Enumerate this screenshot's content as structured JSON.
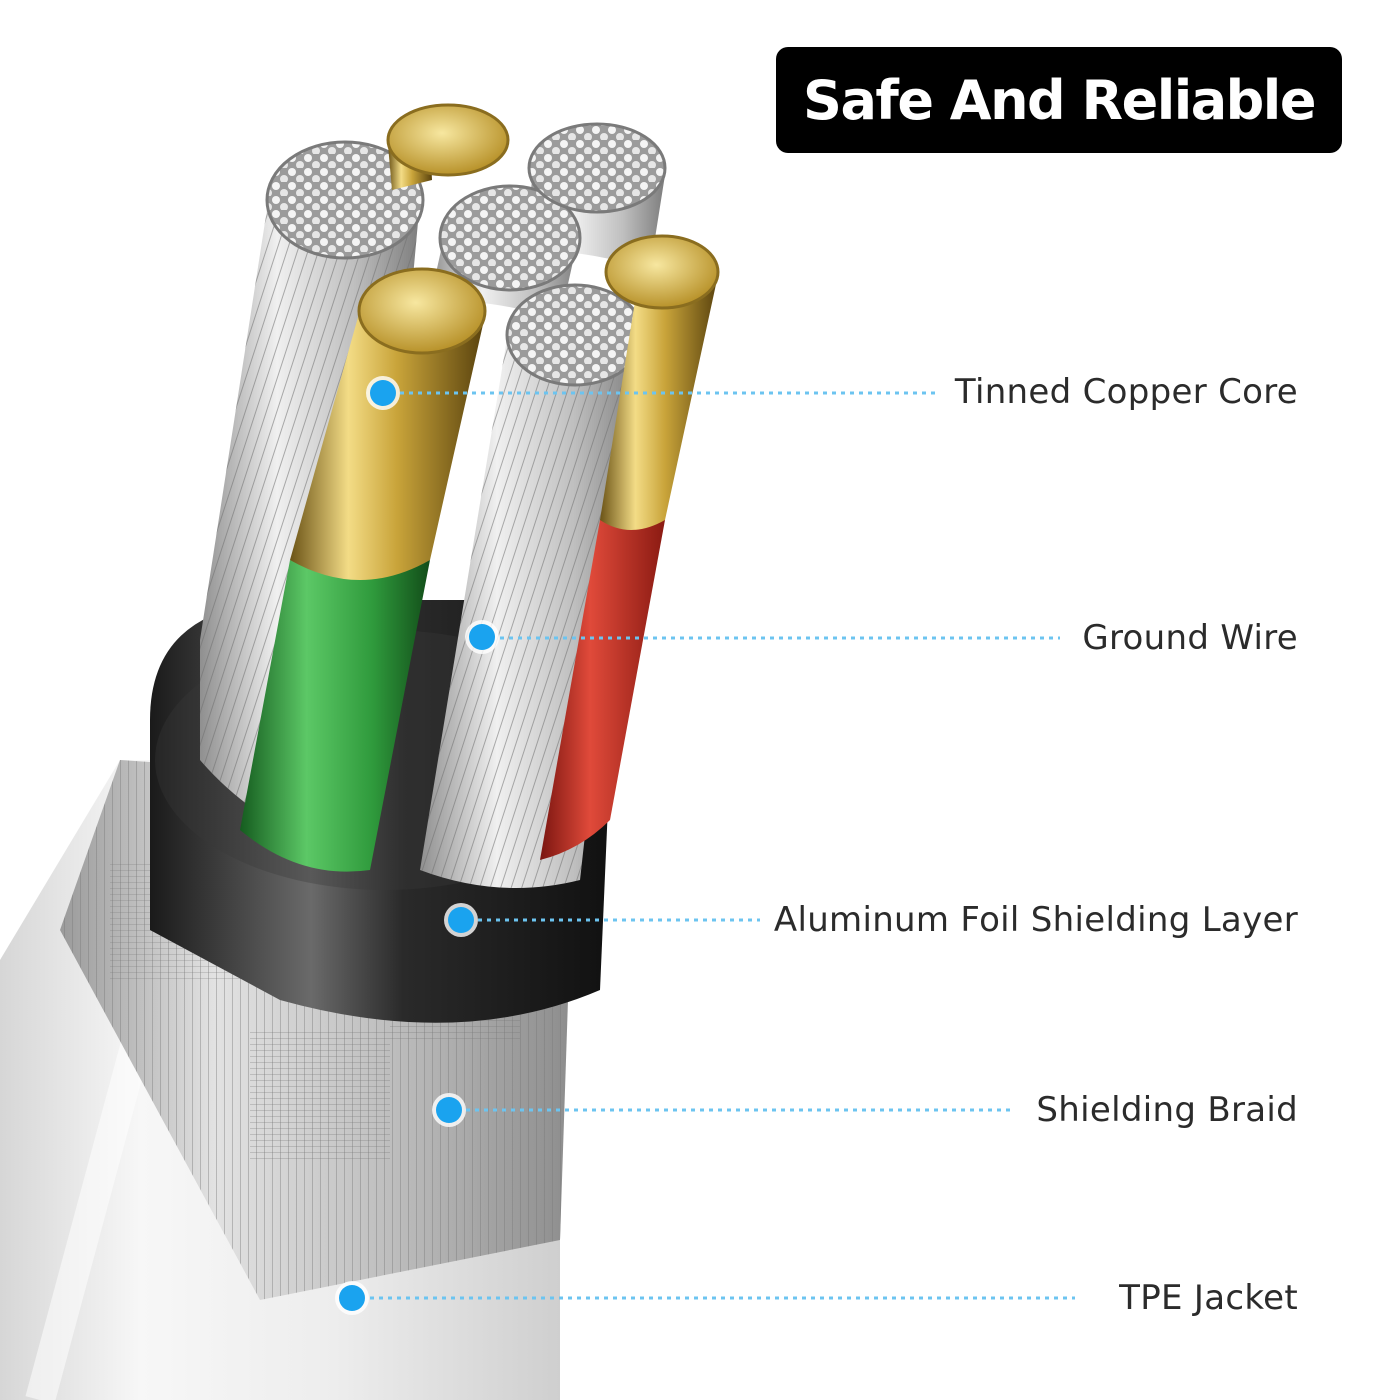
{
  "title": "Safe And Reliable",
  "colors": {
    "accent_dot": "#1aa3ef",
    "leader_line": "#6cc4f0",
    "badge_bg": "#000000",
    "badge_text": "#ffffff",
    "label_text": "#2b2b2b",
    "gold": "#c9a43a",
    "green_insulation": "#2f9a3c",
    "red_insulation": "#c0281e",
    "foil": "#2d2d2d",
    "braid": "#c8c8c8",
    "jacket": "#f2f2f2"
  },
  "callouts": [
    {
      "id": "tinned-copper-core",
      "label": "Tinned Copper Core",
      "icon": "dot-marker"
    },
    {
      "id": "ground-wire",
      "label": "Ground Wire",
      "icon": "dot-marker"
    },
    {
      "id": "aluminum-foil",
      "label": "Aluminum Foil Shielding Layer",
      "icon": "dot-marker"
    },
    {
      "id": "shielding-braid",
      "label": "Shielding Braid",
      "icon": "dot-marker"
    },
    {
      "id": "tpe-jacket",
      "label": "TPE Jacket",
      "icon": "dot-marker"
    }
  ]
}
